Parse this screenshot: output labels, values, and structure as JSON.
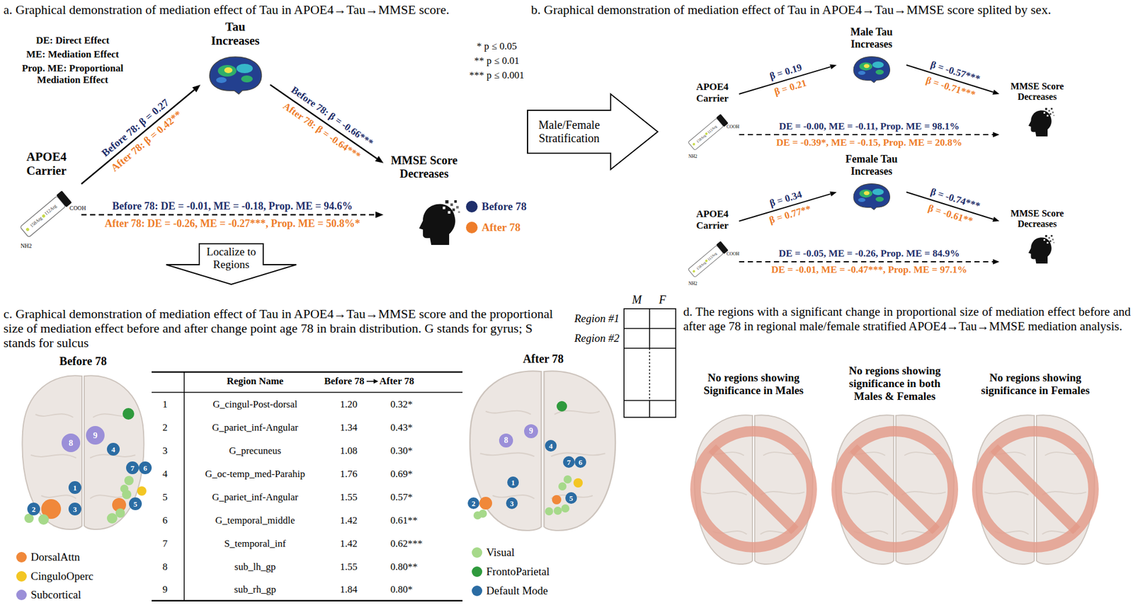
{
  "diagram": {
    "nodes": [
      {
        "text": [
          "APOE4 Carrier"
        ]
      },
      {
        "text": [
          "Tau Increases"
        ]
      },
      {
        "text": [
          "MMSE Score Decreases"
        ]
      },
      {
        "text": [
          "Male/Female Stratification"
        ]
      },
      {
        "text": [
          "APOE4 Carrier"
        ]
      },
      {
        "text": [
          "Male Tau Increases"
        ]
      },
      {
        "text": [
          "MMSE Score Decreases"
        ]
      },
      {
        "text": [
          "APOE4 Carrier"
        ]
      },
      {
        "text": [
          "Female Tau Increases"
        ]
      },
      {
        "text": [
          "MMSE Score Decreases"
        ]
      },
      {
        "text": [
          "Localize to Regions"
        ]
      }
    ],
    "edges": [
      {
        "from": 0,
        "to": 1,
        "arrow": "to",
        "label": "Before 78: β = 0.27"
      },
      {
        "from": 1,
        "to": 2,
        "arrow": "to",
        "label": "Before 78: β = -0.66***"
      },
      {
        "from": 0,
        "to": 2,
        "arrow": "to",
        "label": "Before 78: DE = -0.01, ME = -0.18, Prop. ME = 94.6%"
      },
      {
        "from": 4,
        "to": 5,
        "arrow": "to",
        "label": "β = 0.19"
      },
      {
        "from": 5,
        "to": 6,
        "arrow": "to",
        "label": "β = -0.57***"
      },
      {
        "from": 4,
        "to": 6,
        "arrow": "to",
        "label": "DE = -0.00, ME = -0.11, Prop. ME = 98.1%"
      },
      {
        "from": 7,
        "to": 8,
        "arrow": "to",
        "label": "β = 0.34"
      },
      {
        "from": 8,
        "to": 9,
        "arrow": "to",
        "label": "β = -0.74***"
      },
      {
        "from": 7,
        "to": 9,
        "arrow": "to",
        "label": "DE = -0.05, ME = -0.26, Prop. ME = 84.9%"
      }
    ],
    "labels": [
      "a. Graphical demonstration of mediation effect of Tau in APOE4→Tau→MMSE score.",
      "DE: Direct Effect",
      "ME: Mediation Effect",
      "Prop. ME: Proportional Mediation Effect",
      "* p ≤ 0.05",
      "** p ≤ 0.01",
      "*** p ≤ 0.001",
      "After 78: β = 0.42**",
      "After 78: β = -0.64***",
      "After 78: DE = -0.26, ME = -0.27***, Prop. ME = 50.8%*",
      "158Arg",
      "112Arg",
      "NH2",
      "COOH",
      "b. Graphical demonstration of mediation effect of Tau in APOE4→Tau→MMSE score splited by sex.",
      "β = 0.21",
      "β = -0.71***",
      "DE = -0.39*, ME = -0.15, Prop. ME = 20.8%",
      "β = 0.77**",
      "β = -0.61**",
      "DE = -0.01, ME = -0.47***, Prop. ME = 97.1%",
      "158Arg",
      "112Arg",
      "NH2",
      "COOH",
      "158Arg",
      "112Arg",
      "NH2",
      "COOH",
      "c. Graphical demonstration of mediation effect of Tau in APOE4→Tau→MMSE score and the proportional size of mediation effect before and after change point age 78 in brain distribution. G stands for gyrus; S stands for sulcus",
      "Before 78",
      "After 78",
      "Region Name",
      "Before 78",
      "After 78",
      "1",
      "G_cingul-Post-dorsal",
      "1.20",
      "0.32*",
      "2",
      "G_pariet_inf-Angular",
      "1.34",
      "0.43*",
      "3",
      "G_precuneus",
      "1.08",
      "0.30*",
      "4",
      "G_oc-temp_med-Parahip",
      "1.76",
      "0.69*",
      "5",
      "G_pariet_inf-Angular",
      "1.55",
      "0.57*",
      "6",
      "G_temporal_middle",
      "1.42",
      "0.61**",
      "7",
      "S_temporal_inf",
      "1.42",
      "0.62***",
      "8",
      "sub_lh_gp",
      "1.55",
      "0.80**",
      "9",
      "sub_rh_gp",
      "1.84",
      "0.80*",
      "1",
      "2",
      "3",
      "4",
      "5",
      "6",
      "7",
      "8",
      "9",
      "1",
      "2",
      "3",
      "4",
      "5",
      "6",
      "7",
      "8",
      "9",
      "d. The regions with a significant change in proportional size of mediation effect before and after age 78 in regional male/female stratified APOE4→Tau→MMSE mediation analysis.",
      "M",
      "F",
      "Region #1",
      "Region #2",
      "No regions showing Significance in Males",
      "No regions showing significance in both Males & Females",
      "No regions showing significance in Females"
    ],
    "legend": [
      {
        "text": "Before 78",
        "color": "#1f2f6b"
      },
      {
        "text": "After 78",
        "color": "#ee7d2b"
      },
      {
        "text": "DorsalAttn",
        "color": "#f0883a"
      },
      {
        "text": "CinguloOperc",
        "color": "#f3c623"
      },
      {
        "text": "Subcortical",
        "color": "#9b8fd8"
      },
      {
        "text": "Visual",
        "color": "#a6d98a"
      },
      {
        "text": "FrontoParietal",
        "color": "#2f9a3d"
      },
      {
        "text": "Default Mode",
        "color": "#2b6ca3"
      }
    ]
  }
}
